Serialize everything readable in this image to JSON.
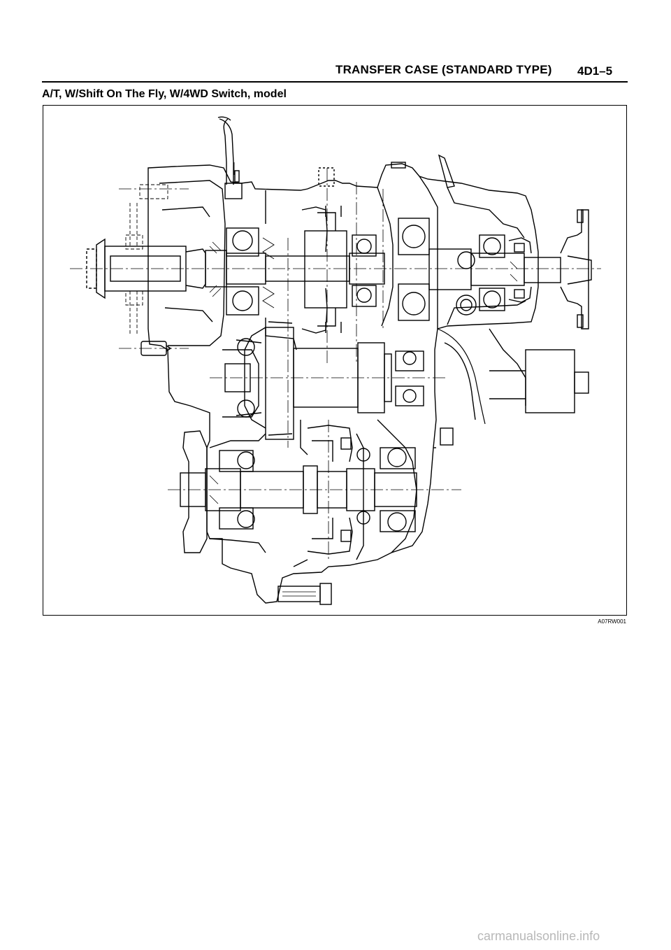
{
  "header": {
    "section_title": "TRANSFER CASE (STANDARD TYPE)",
    "page_number": "4D1–5"
  },
  "figure": {
    "caption": "A/T, W/Shift On The Fly, W/4WD Switch, model",
    "code": "A07RW001"
  },
  "footer": {
    "watermark": "carmanualsonline.info"
  }
}
